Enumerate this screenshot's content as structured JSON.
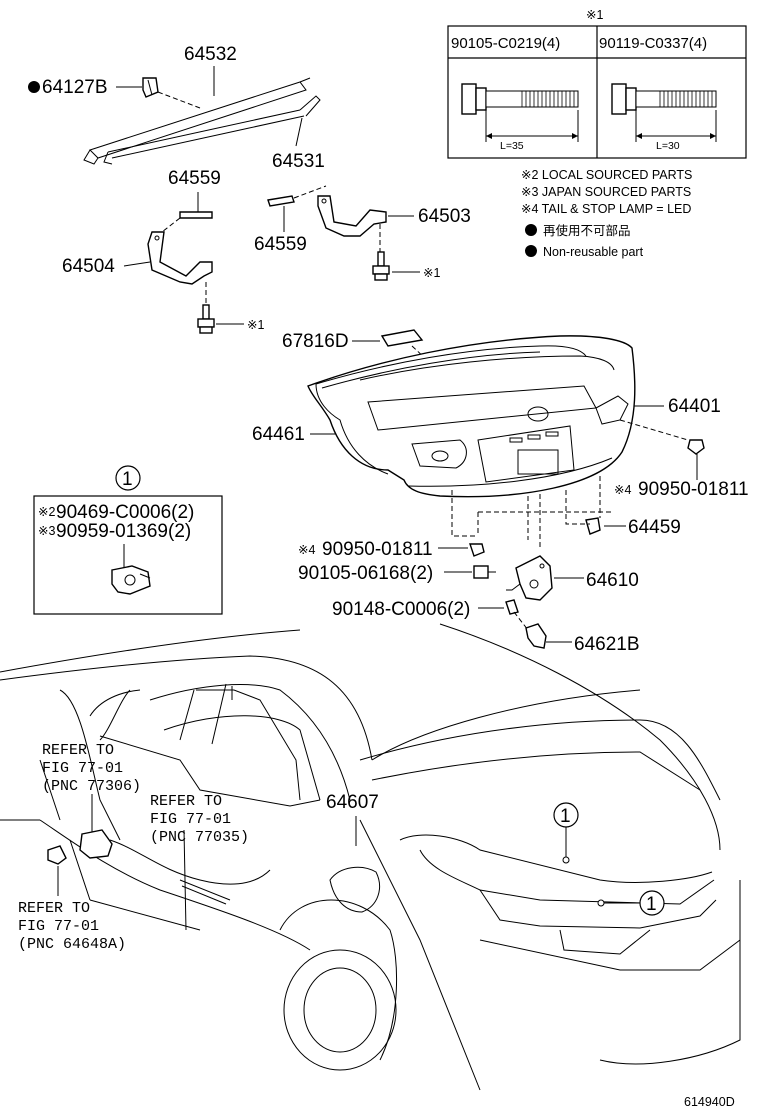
{
  "diagram_id": "614940D",
  "parts": {
    "p64127B": "64127B",
    "p64532": "64532",
    "p64531": "64531",
    "p64559a": "64559",
    "p64559b": "64559",
    "p64503": "64503",
    "p64504": "64504",
    "p67816D": "67816D",
    "p64401": "64401",
    "p64461": "64461",
    "p90950a": "90950-01811",
    "p64459": "64459",
    "p90950b": "90950-01811",
    "p90105": "90105-06168(2)",
    "p64610": "64610",
    "p90148": "90148-C0006(2)",
    "p64621B": "64621B",
    "p64607": "64607"
  },
  "symbols": {
    "x1": "※1",
    "x1a": "※1",
    "x1b": "※1",
    "x4": "※4",
    "x4b": "※4",
    "ref1": "1",
    "ref1b": "1",
    "ref1c": "1"
  },
  "bolt_table": {
    "header_mark": "※1",
    "col1_part": "90105-C0219(4)",
    "col1_length": "L=35",
    "col2_part": "90119-C0337(4)",
    "col2_length": "L=30"
  },
  "legend": {
    "line1": "※2 LOCAL SOURCED PARTS",
    "line2": "※3 JAPAN SOURCED PARTS",
    "line3": "※4 TAIL & STOP LAMP = LED",
    "line4": "再使用不可部品",
    "line5": "Non-reusable part"
  },
  "inset": {
    "line1_mark": "※2",
    "line1_part": "90469-C0006(2)",
    "line2_mark": "※3",
    "line2_part": "90959-01369(2)"
  },
  "refs": {
    "r1": [
      "REFER TO",
      "FIG 77-01",
      "(PNC 77306)"
    ],
    "r2": [
      "REFER TO",
      "FIG 77-01",
      "(PNC 77035)"
    ],
    "r3": [
      "REFER TO",
      "FIG 77-01",
      "(PNC 64648A)"
    ]
  }
}
